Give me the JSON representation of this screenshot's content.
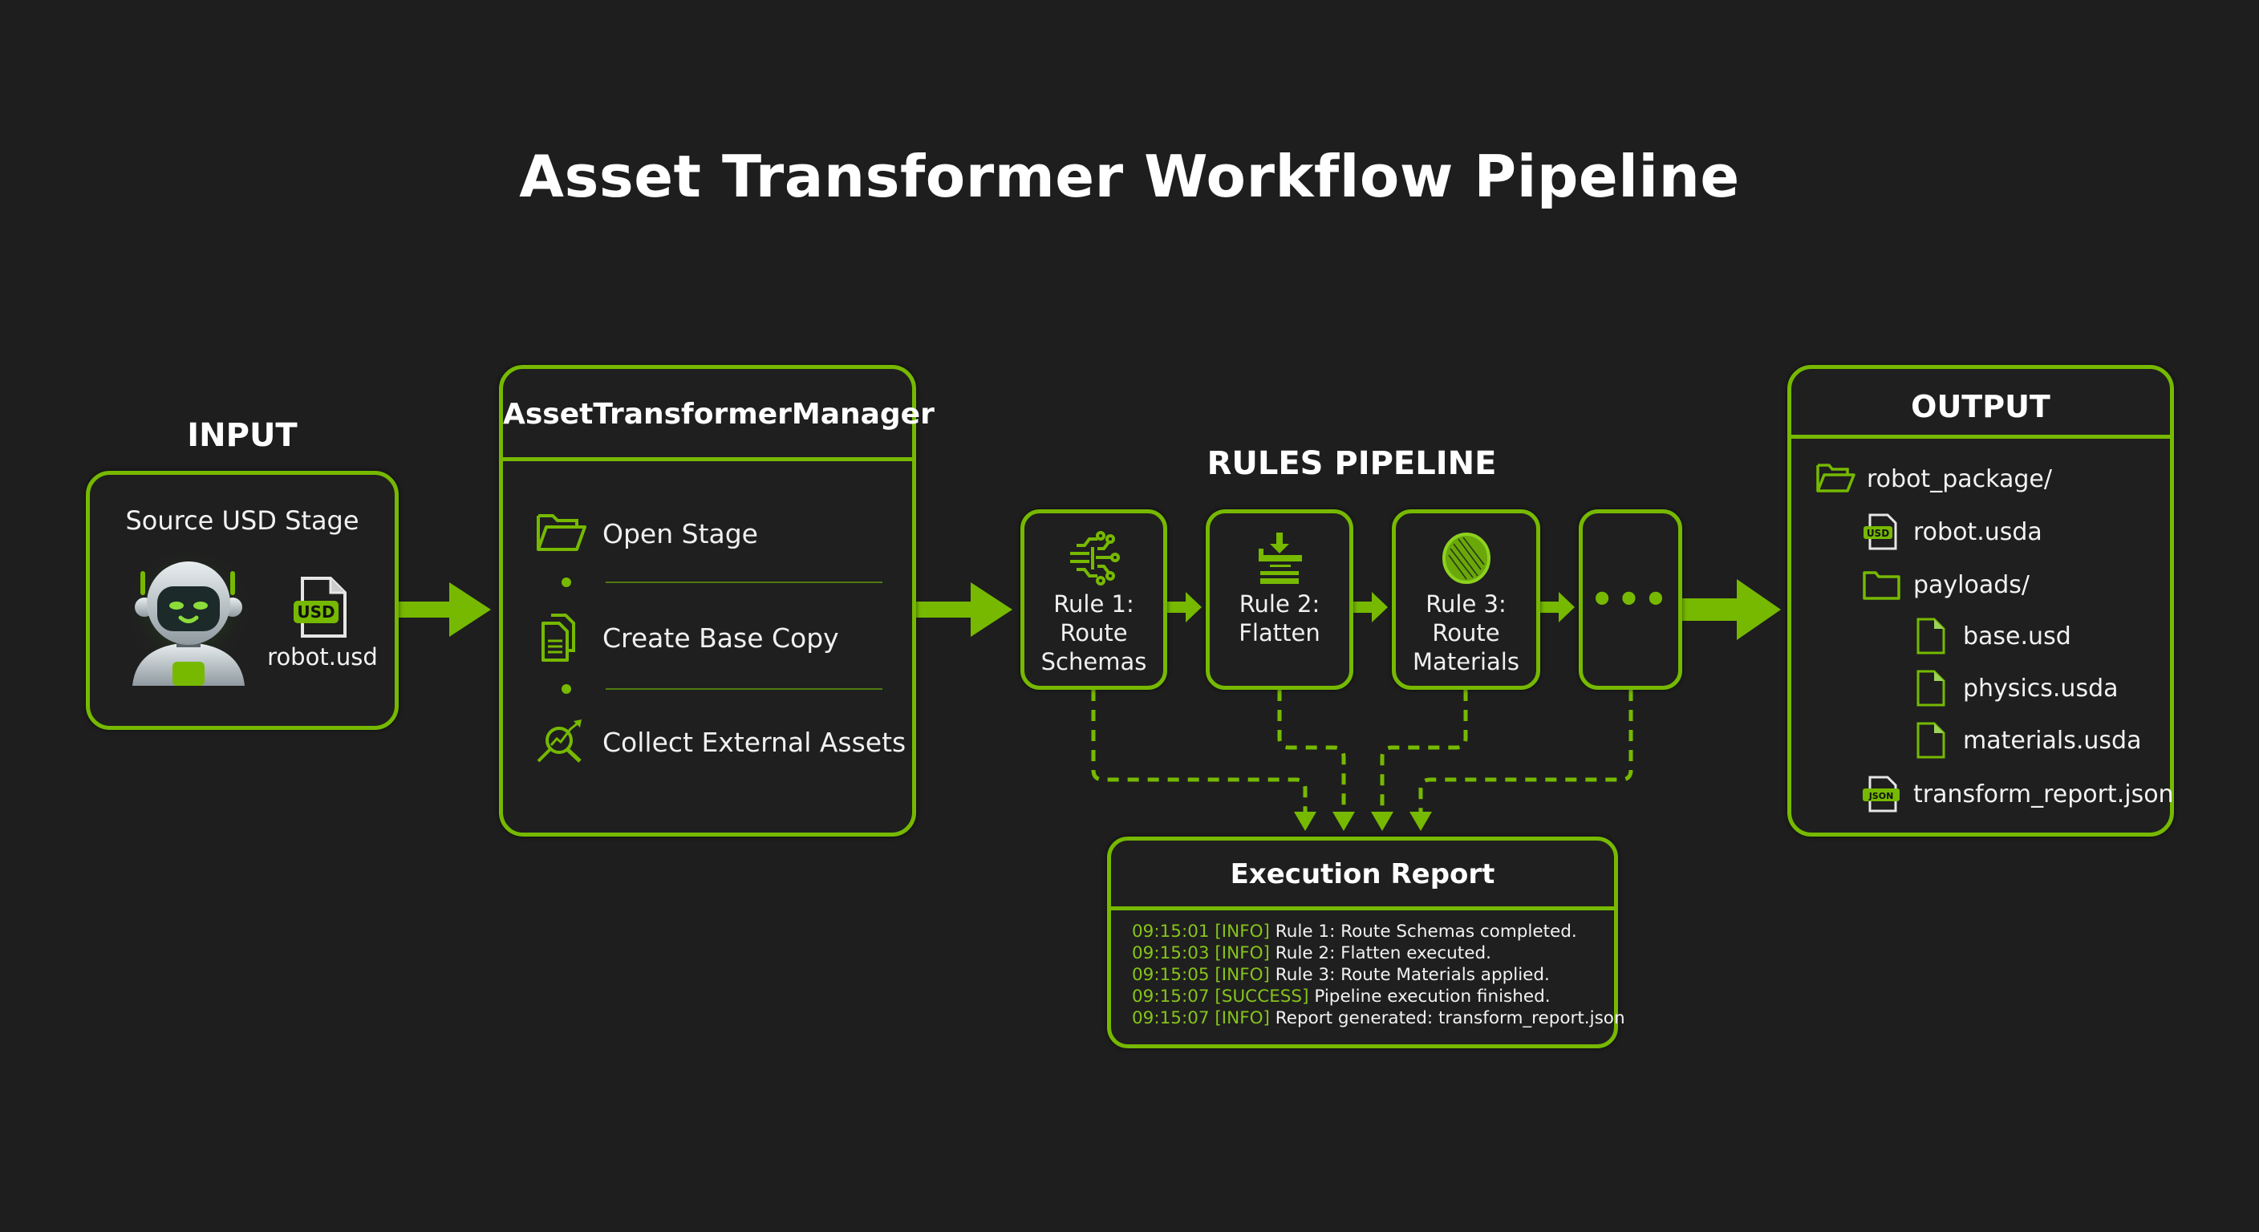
{
  "title": "Asset Transformer Workflow Pipeline",
  "accent_color": "#76b900",
  "background_color": "#1e1e1e",
  "input": {
    "section_label": "INPUT",
    "box_title": "Source USD Stage",
    "robot_icon": "robot-avatar-icon",
    "file_icon": "usd-file-icon",
    "file_badge": "USD",
    "file_name": "robot.usd"
  },
  "manager": {
    "title": "AssetTransformerManager",
    "steps": [
      {
        "label": "Open Stage",
        "icon": "folder-open-icon"
      },
      {
        "label": "Create Base Copy",
        "icon": "copy-document-icon"
      },
      {
        "label": "Collect External Assets",
        "icon": "search-analytics-icon"
      }
    ]
  },
  "rules_pipeline": {
    "section_label": "RULES PIPELINE",
    "rules": [
      {
        "line1": "Rule 1:",
        "line2": "Route",
        "line3": "Schemas",
        "icon": "circuit-routing-icon"
      },
      {
        "line1": "Rule 2:",
        "line2": "Flatten",
        "line3": "",
        "icon": "flatten-layers-icon"
      },
      {
        "line1": "Rule 3:",
        "line2": "Route",
        "line3": "Materials",
        "icon": "material-sphere-icon"
      }
    ],
    "more_label": "•••"
  },
  "output": {
    "title": "OUTPUT",
    "tree": [
      {
        "name": "robot_package/",
        "type": "folder-open",
        "depth": 0
      },
      {
        "name": "robot.usda",
        "type": "usd-file",
        "badge": "USD",
        "depth": 1
      },
      {
        "name": "payloads/",
        "type": "folder",
        "depth": 1
      },
      {
        "name": "base.usd",
        "type": "file",
        "depth": 2
      },
      {
        "name": "physics.usda",
        "type": "file",
        "depth": 2
      },
      {
        "name": "materials.usda",
        "type": "file",
        "depth": 2
      },
      {
        "name": "transform_report.json",
        "type": "json-file",
        "badge": "JSON",
        "depth": 1
      }
    ]
  },
  "report": {
    "title": "Execution Report",
    "logs": [
      {
        "time": "09:15:01",
        "level": "[INFO]",
        "message": "Rule 1: Route Schemas completed."
      },
      {
        "time": "09:15:03",
        "level": "[INFO]",
        "message": "Rule 2: Flatten executed."
      },
      {
        "time": "09:15:05",
        "level": "[INFO]",
        "message": "Rule 3: Route Materials applied."
      },
      {
        "time": "09:15:07",
        "level": "[SUCCESS]",
        "message": "Pipeline execution finished."
      },
      {
        "time": "09:15:07",
        "level": "[INFO]",
        "message": "Report generated: transform_report.json"
      }
    ]
  }
}
